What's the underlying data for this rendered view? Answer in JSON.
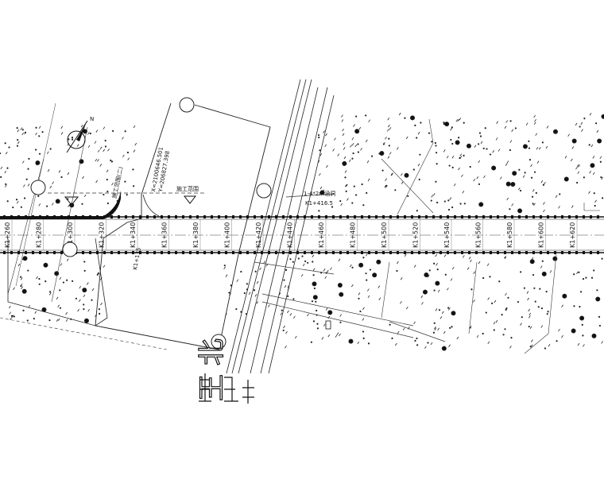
{
  "north_label": "N",
  "stations": [
    "K1+260",
    "K1+280",
    "K1+300",
    "K1+320",
    "K1+340",
    "K1+360",
    "K1+380",
    "K1+400",
    "K1+420",
    "K1+440",
    "K1+460",
    "K1+480",
    "K1+500",
    "K1+520",
    "K1+540",
    "K1+560",
    "K1+580",
    "K1+600",
    "K1+620"
  ],
  "annotations": {
    "coord_x": "X=2100646.501",
    "coord_y": "Y=206827.398",
    "construction_range_right": "施工范围",
    "construction_range_left": "施工范围(二)",
    "culvert_size": "1-4*2m涵洞",
    "culvert_station": "K1+416.5",
    "small_station": "K1+135"
  },
  "road_name_glyph": "王 北"
}
